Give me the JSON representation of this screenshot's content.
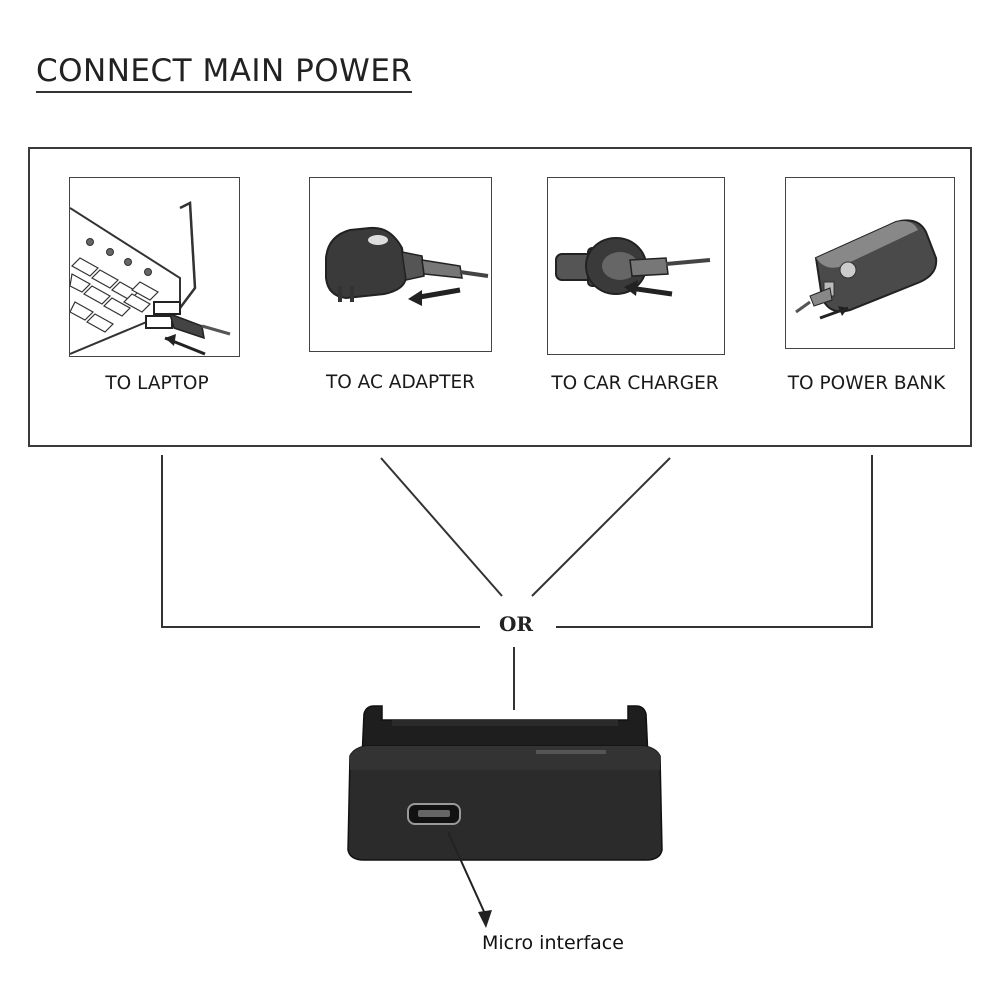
{
  "title": "CONNECT MAIN POWER",
  "options": [
    {
      "label": "TO LAPTOP",
      "icon": "laptop-usb-icon"
    },
    {
      "label": "TO AC ADAPTER",
      "icon": "ac-adapter-icon"
    },
    {
      "label": "TO CAR CHARGER",
      "icon": "car-charger-icon"
    },
    {
      "label": "TO POWER BANK",
      "icon": "power-bank-icon"
    }
  ],
  "or_label": "OR",
  "device": {
    "icon": "battery-charger-dock-icon",
    "port_icon": "micro-usb-port-icon"
  },
  "callout": "Micro interface"
}
